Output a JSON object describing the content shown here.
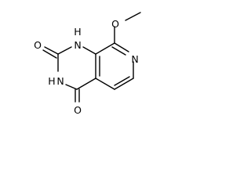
{
  "molecule": {
    "atom_labels": {
      "O_methoxy": "O",
      "N_pyridine": "N",
      "NH_1": "H",
      "NH_1_n": "N",
      "O_2": "O",
      "NH_3": "H",
      "NH_3_n": "N",
      "O_4": "O"
    }
  }
}
